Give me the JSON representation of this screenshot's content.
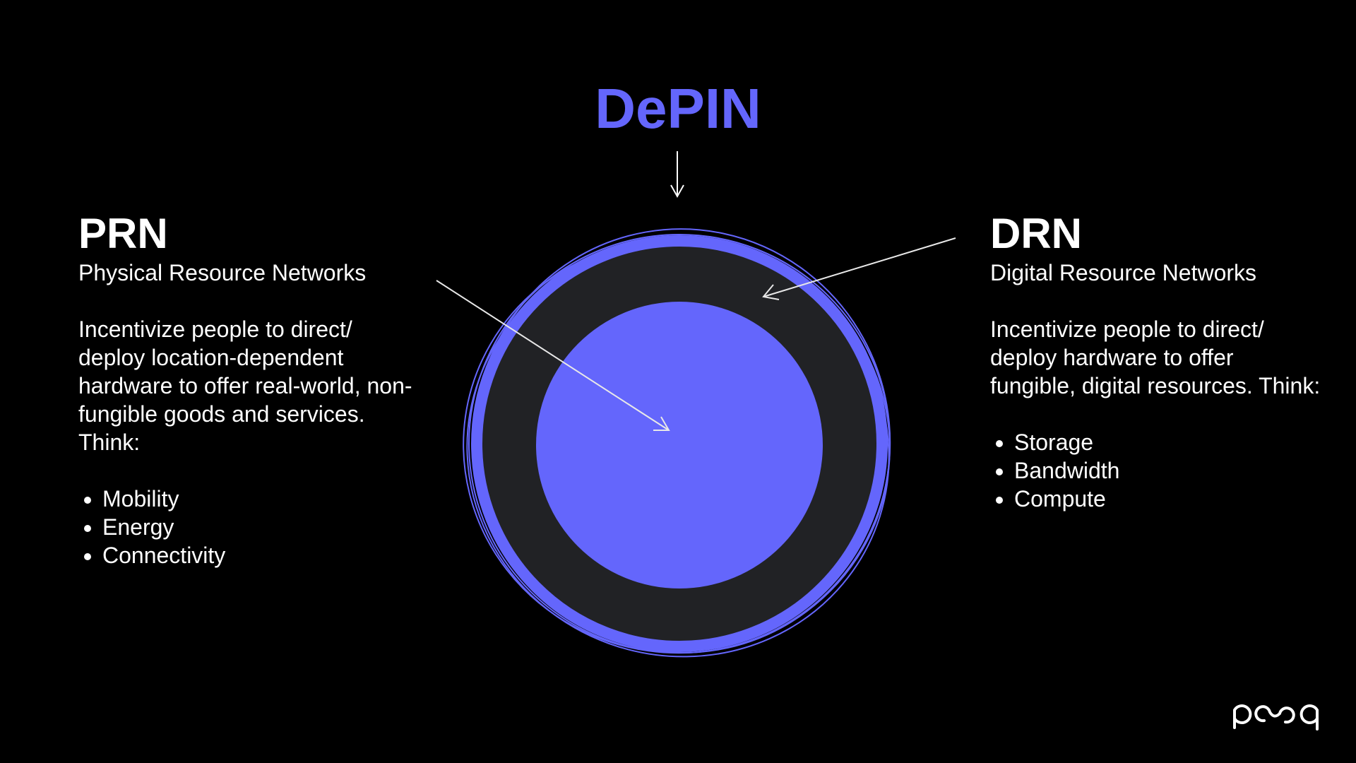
{
  "title": "DePIN",
  "left": {
    "heading": "PRN",
    "subtitle": "Physical Resource Networks",
    "description": "Incentivize people to direct/ deploy location-dependent hardware to offer real-world, non-fungible goods and services. Think:",
    "items": [
      "Mobility",
      "Energy",
      "Connectivity"
    ]
  },
  "right": {
    "heading": "DRN",
    "subtitle": "Digital Resource Networks",
    "description": "Incentivize people to direct/ deploy hardware to offer fungible, digital resources. Think:",
    "items": [
      "Storage",
      "Bandwidth",
      "Compute"
    ]
  },
  "logo": "pesq",
  "colors": {
    "accent": "#6466fc",
    "ring": "#212225",
    "background": "#000000"
  }
}
